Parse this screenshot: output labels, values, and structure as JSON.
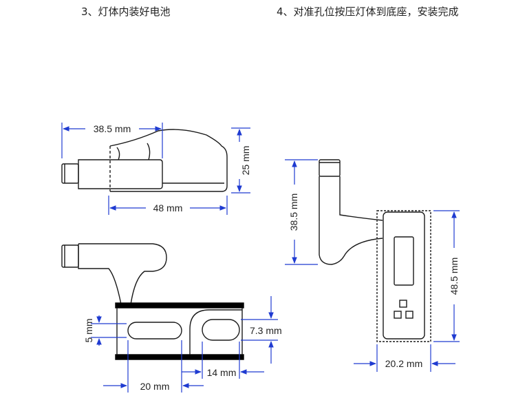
{
  "captions": {
    "step3": "3、灯体内装好电池",
    "step4": "4、对准孔位按压灯体到底座，安装完成"
  },
  "dimensions": {
    "top_width": "38.5 mm",
    "top_height": "25 mm",
    "top_length": "48 mm",
    "base_slot_height": "5 mm",
    "base_slot_spacing": "20 mm",
    "base_hole_height": "7.3 mm",
    "base_hole_width": "14 mm",
    "side_height": "38.5 mm",
    "side_total_height": "48.5 mm",
    "side_width": "20.2 mm"
  },
  "colors": {
    "line": "#1a1a1a",
    "dimension": "#1f3bd1",
    "base_bar": "#000000"
  }
}
